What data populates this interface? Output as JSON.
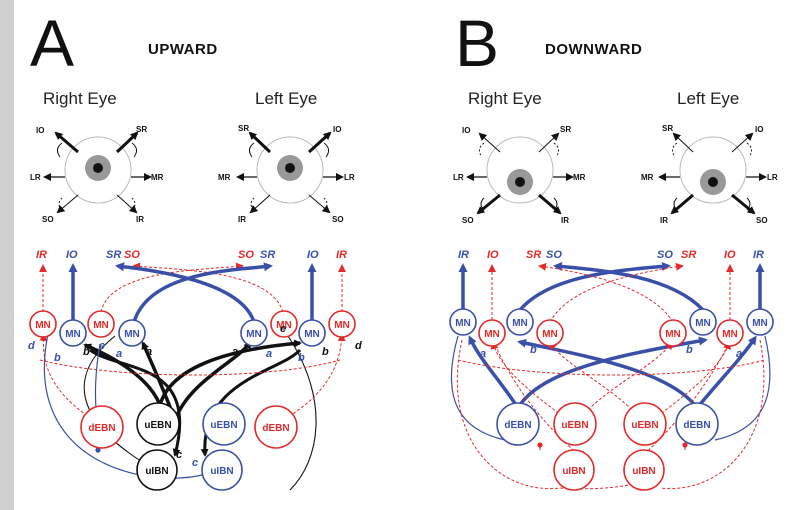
{
  "colors": {
    "excitatory": "#3a50a8",
    "inhibitory": "#e22a2a",
    "neutral": "#111111",
    "background": "#cfcfcf",
    "panel": "#ffffff"
  },
  "panels": [
    {
      "letter": "A",
      "direction": "UPWARD",
      "eyes": [
        {
          "title": "Right Eye",
          "muscles": {
            "io": "IO",
            "sr": "SR",
            "lr": "LR",
            "mr": "MR",
            "so": "SO",
            "ir": "IR"
          }
        },
        {
          "title": "Left Eye",
          "muscles": {
            "sr": "SR",
            "io": "IO",
            "mr": "MR",
            "lr": "LR",
            "ir": "IR",
            "so": "SO"
          }
        }
      ],
      "muscle_labels": [
        "IR",
        "IO",
        "SR",
        "SO",
        "SO",
        "SR",
        "IO",
        "IR"
      ],
      "nodes": {
        "mn": "MN",
        "debn": "dEBN",
        "uebn": "uEBN",
        "uibn": "uIBN"
      },
      "synapse_labels": {
        "a": "a",
        "b": "b",
        "c": "c",
        "d": "d",
        "e": "e"
      }
    },
    {
      "letter": "B",
      "direction": "DOWNWARD",
      "eyes": [
        {
          "title": "Right Eye",
          "muscles": {
            "io": "IO",
            "sr": "SR",
            "lr": "LR",
            "mr": "MR",
            "so": "SO",
            "ir": "IR"
          }
        },
        {
          "title": "Left Eye",
          "muscles": {
            "sr": "SR",
            "io": "IO",
            "mr": "MR",
            "lr": "LR",
            "ir": "IR",
            "so": "SO"
          }
        }
      ],
      "muscle_labels": [
        "IR",
        "IO",
        "SR",
        "SO",
        "SO",
        "SR",
        "IO",
        "IR"
      ],
      "nodes": {
        "mn": "MN",
        "debn": "dEBN",
        "uebn": "uEBN",
        "uibn": "uIBN"
      },
      "synapse_labels": {
        "a": "a",
        "b": "b"
      }
    }
  ]
}
